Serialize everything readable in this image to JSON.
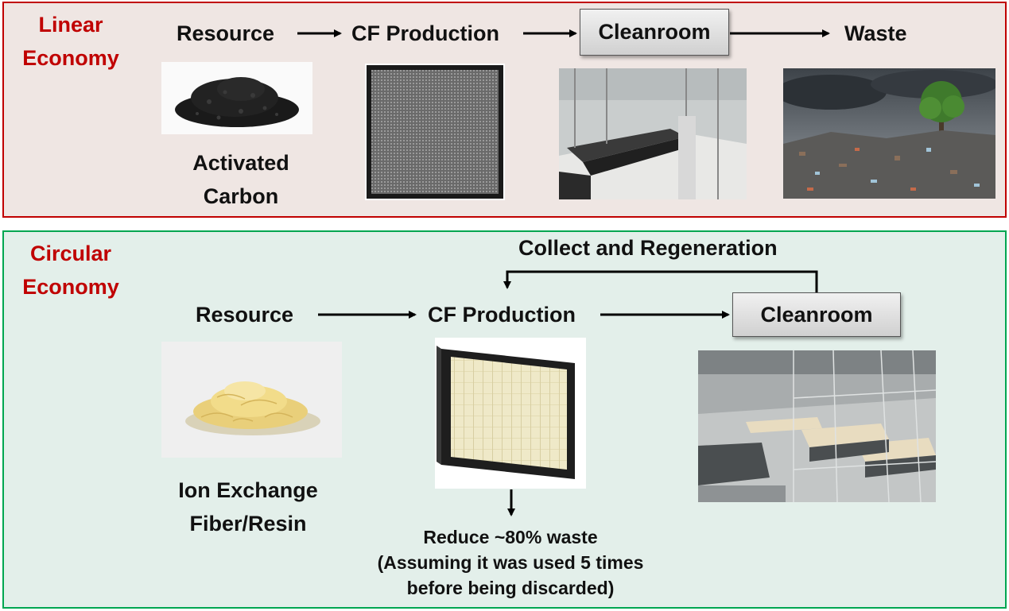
{
  "linear": {
    "title_line1": "Linear",
    "title_line2": "Economy",
    "resource": "Resource",
    "production": "CF Production",
    "cleanroom": "Cleanroom",
    "waste": "Waste",
    "material_line1": "Activated",
    "material_line2": "Carbon"
  },
  "circular": {
    "title_line1": "Circular",
    "title_line2": "Economy",
    "loop_label": "Collect and Regeneration",
    "resource": "Resource",
    "production": "CF Production",
    "cleanroom": "Cleanroom",
    "material_line1": "Ion Exchange",
    "material_line2": "Fiber/Resin",
    "note_line1": "Reduce ~80% waste",
    "note_line2": "(Assuming it was used 5 times",
    "note_line3": "before being discarded)"
  },
  "colors": {
    "linear_border": "#c00000",
    "circular_border": "#00a651",
    "title_text": "#c00000"
  }
}
